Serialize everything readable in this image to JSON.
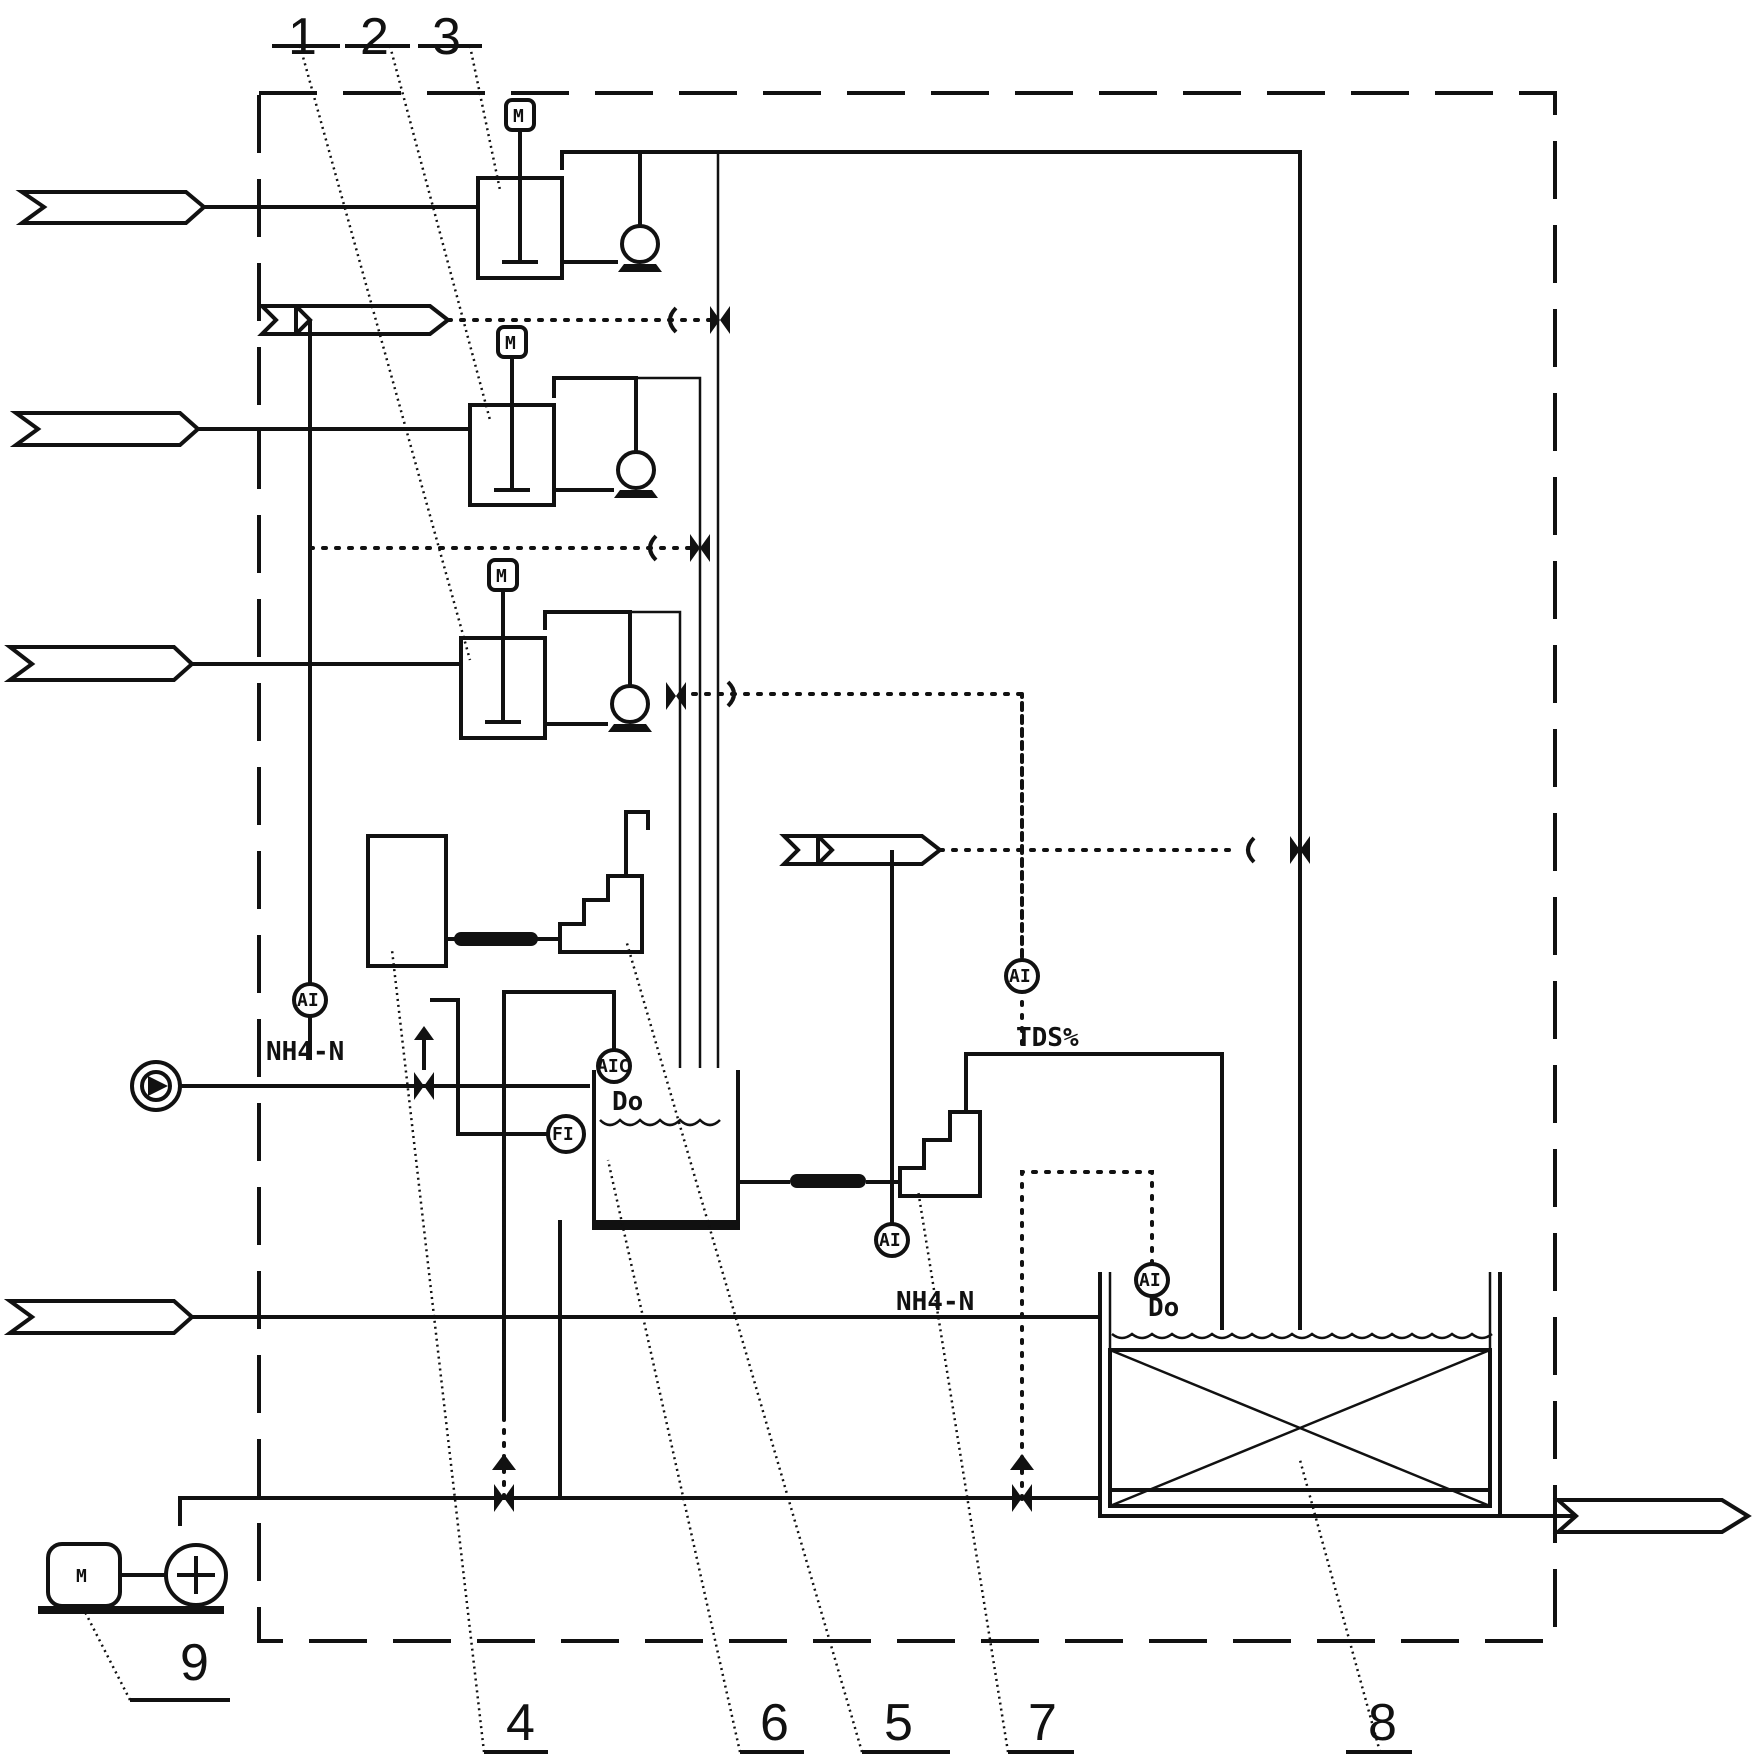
{
  "part_numbers": {
    "n1": "1",
    "n2": "2",
    "n3": "3",
    "n4": "4",
    "n5": "5",
    "n6": "6",
    "n7": "7",
    "n8": "8",
    "n9": "9"
  },
  "labels": {
    "nh4_upper": "NH4-N",
    "nh4_lower": "NH4-N",
    "tds": "TDS%",
    "do_tank": "Do",
    "do_basin": "Do"
  },
  "instrument_tags": {
    "dosing_motor": "M",
    "analyzer": "AI",
    "controller": "AIC",
    "flow": "FI",
    "pump_motor": "M"
  },
  "colors": {
    "line": "#111111",
    "background": "#ffffff"
  }
}
